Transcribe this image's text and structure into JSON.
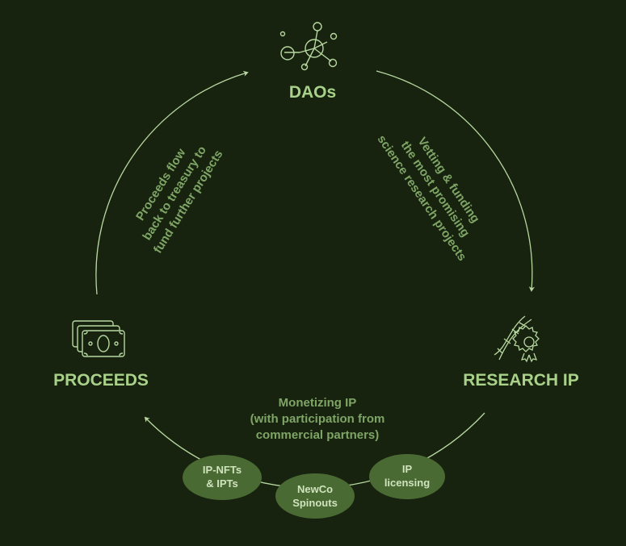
{
  "nodes": {
    "daos": {
      "label": "DAOs",
      "icon": "network-nodes-icon"
    },
    "research_ip": {
      "label": "RESEARCH IP",
      "icon": "dna-badge-icon"
    },
    "proceeds": {
      "label": "PROCEEDS",
      "icon": "banknotes-icon"
    }
  },
  "flows": {
    "daos_to_research": [
      "Vetting & funding",
      "the most promising",
      "science research projects"
    ],
    "proceeds_to_daos": [
      "Proceeds flow",
      "back to treasury to",
      "fund further projects"
    ],
    "research_to_proceeds": [
      "Monetizing IP",
      "(with participation from",
      "commercial partners)"
    ]
  },
  "pills": {
    "ip_nfts": [
      "IP-NFTs",
      "& IPTs"
    ],
    "newco": [
      "NewCo",
      "Spinouts"
    ],
    "ip_licensing": [
      "IP",
      "licensing"
    ]
  },
  "colors": {
    "background": "#17230f",
    "accent": "#a9d18a",
    "muted": "#7fa566",
    "pill": "#4a6a33",
    "line": "#b7d7a0"
  }
}
